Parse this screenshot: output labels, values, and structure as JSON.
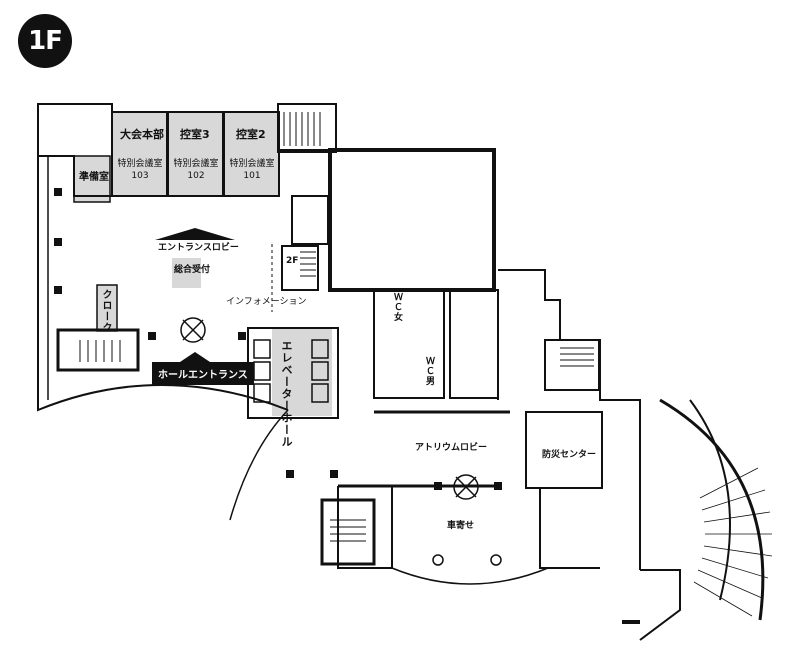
{
  "floor": "1F",
  "rooms": {
    "hq": {
      "name": "大会本部",
      "sub": "特別会議室",
      "num": "103"
    },
    "ctrl3": {
      "name": "控室3",
      "sub": "特別会議室",
      "num": "102"
    },
    "ctrl2": {
      "name": "控室2",
      "sub": "特別会議室",
      "num": "101"
    },
    "prep": "準備室",
    "cloak": "クローク",
    "wc_women": "ＷＣ女",
    "wc_men": "ＷＣ男",
    "stair_2f": "2F",
    "bousai": "防災センター"
  },
  "areas": {
    "entrance_lobby": "エントランスロビー",
    "reception": "総合受付",
    "information": "インフォメーション",
    "hall_entrance": "ホールエントランス",
    "elevator_hall": "エレベーターホール",
    "atrium": "アトリウムロビー",
    "car_porch": "車寄せ"
  },
  "colors": {
    "wall": "#111111",
    "room_fill": "#d8d8d8",
    "badge": "#111111"
  }
}
